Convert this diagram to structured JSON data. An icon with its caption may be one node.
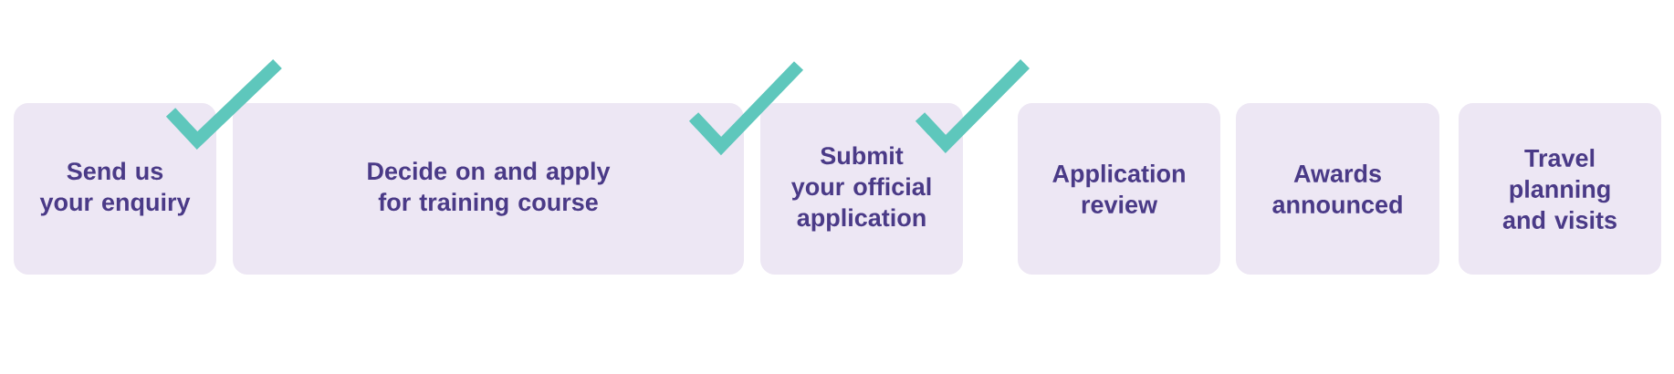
{
  "diagram": {
    "nodes": [
      {
        "text": [
          "Send us your enquiry"
        ]
      },
      {
        "text": [
          "Decide on and apply for training course"
        ]
      },
      {
        "text": [
          "Submit your official application"
        ]
      },
      {
        "text": [
          "Application review"
        ]
      },
      {
        "text": [
          "Awards announced"
        ]
      },
      {
        "text": [
          "Travel planning and visits"
        ]
      }
    ]
  }
}
